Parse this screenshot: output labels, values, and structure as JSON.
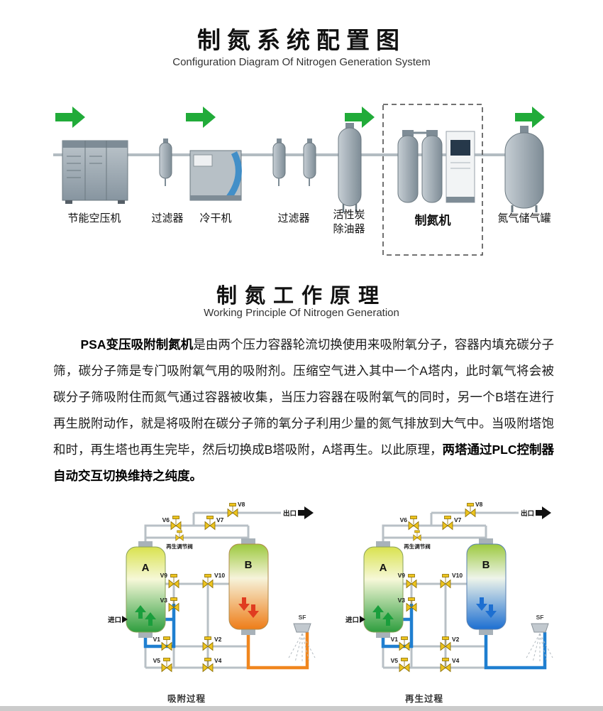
{
  "header": {
    "title": "制氮系统配置图",
    "subtitle": "Configuration Diagram Of Nitrogen Generation System"
  },
  "flow": {
    "items": [
      {
        "label": "节能空压机"
      },
      {
        "label": "过滤器"
      },
      {
        "label": "冷干机"
      },
      {
        "label": "过滤器"
      },
      {
        "label": "活性炭",
        "label2": "除油器"
      },
      {
        "label": "制氮机"
      },
      {
        "label": "氮气储气罐"
      }
    ]
  },
  "principle": {
    "title": "制氮工作原理",
    "subtitle": "Working Principle Of Nitrogen Generation",
    "lead_bold": "PSA变压吸附制氮机",
    "body": "是由两个压力容器轮流切换使用来吸附氧分子，容器内填充碳分子筛，碳分子筛是专门吸附氧气用的吸附剂。压缩空气进入其中一个A塔内，此时氧气将会被碳分子筛吸附住而氮气通过容器被收集，当压力容器在吸附氧气的同时，另一个B塔在进行再生脱附动作，就是将吸附在碳分子筛的氧分子利用少量的氮气排放到大气中。当吸附塔饱和时，再生塔也再生完毕，然后切换成B塔吸附，A塔再生。以此原理，",
    "tail_bold": "两塔通过PLC控制器自动交互切换维持之纯度。"
  },
  "psa": {
    "valves": [
      "V1",
      "V2",
      "V3",
      "V4",
      "V5",
      "V6",
      "V7",
      "V8",
      "V9",
      "V10"
    ],
    "tower_a": "A",
    "tower_b": "B",
    "inlet": "进口",
    "outlet": "出口",
    "regen_valve": "再生调节阀",
    "sf": "SF",
    "captions": {
      "left": "吸附过程",
      "right": "再生过程"
    },
    "colors": {
      "flow_blue": "#1f7fd0",
      "exhaust_orange": "#f0861e",
      "valve_yellow": "#edc41f",
      "arrow_green": "#1a9e3c",
      "arrow_red": "#e03c20",
      "arrow_blue": "#1d6fd1",
      "green_arrow_banner": "#21ab39"
    }
  }
}
